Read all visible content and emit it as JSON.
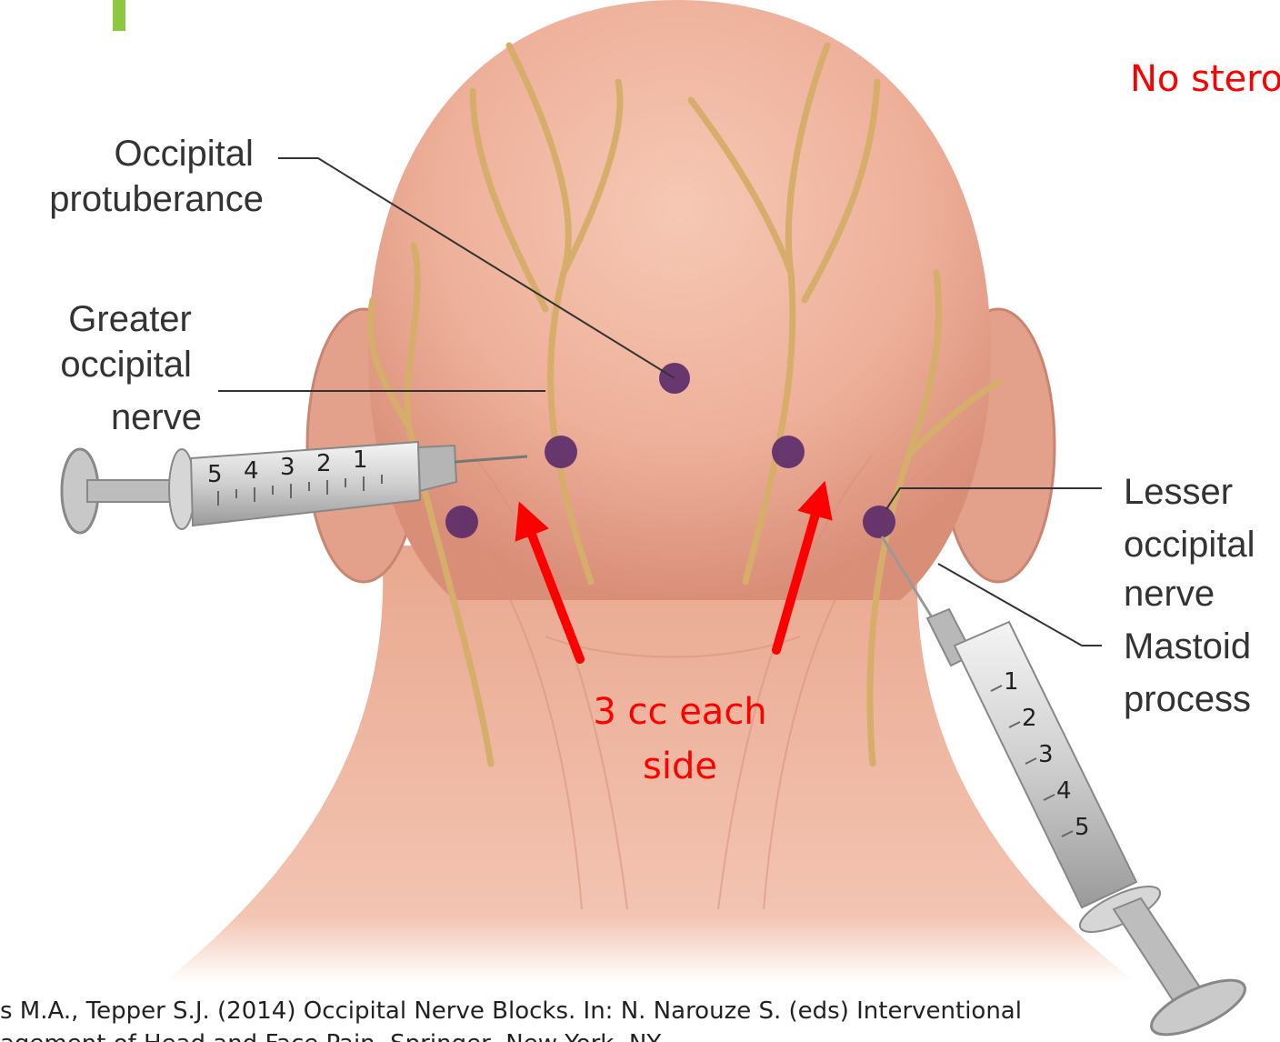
{
  "slide": {
    "header_note": "No stero",
    "dose_label_line1": "3 cc each",
    "dose_label_line2": "side",
    "citation_line1": "s M.A., Tepper S.J. (2014) Occipital Nerve Blocks. In: N. Narouze S. (eds) Interventional",
    "citation_line2": "agement of Head and Face Pain. Springer, New York, NY"
  },
  "labels": {
    "occipital_protuberance": [
      "Occipital",
      "protuberance"
    ],
    "greater_occipital_nerve": [
      "Greater",
      "occipital",
      "nerve"
    ],
    "lesser_occipital_nerve": [
      "Lesser",
      "occipital",
      "nerve"
    ],
    "mastoid_process": [
      "Mastoid",
      "process"
    ]
  },
  "syringe_scale_left": [
    "5",
    "4",
    "3",
    "2",
    "1"
  ],
  "syringe_scale_right": [
    "1",
    "2",
    "3",
    "4",
    "5"
  ],
  "colors": {
    "accent_bar": "#8dc63f",
    "annotation_red": "#ff0000",
    "skin": "#f0b49e",
    "nerve": "#e2bf80",
    "injection_site": "#5a2a6a"
  }
}
